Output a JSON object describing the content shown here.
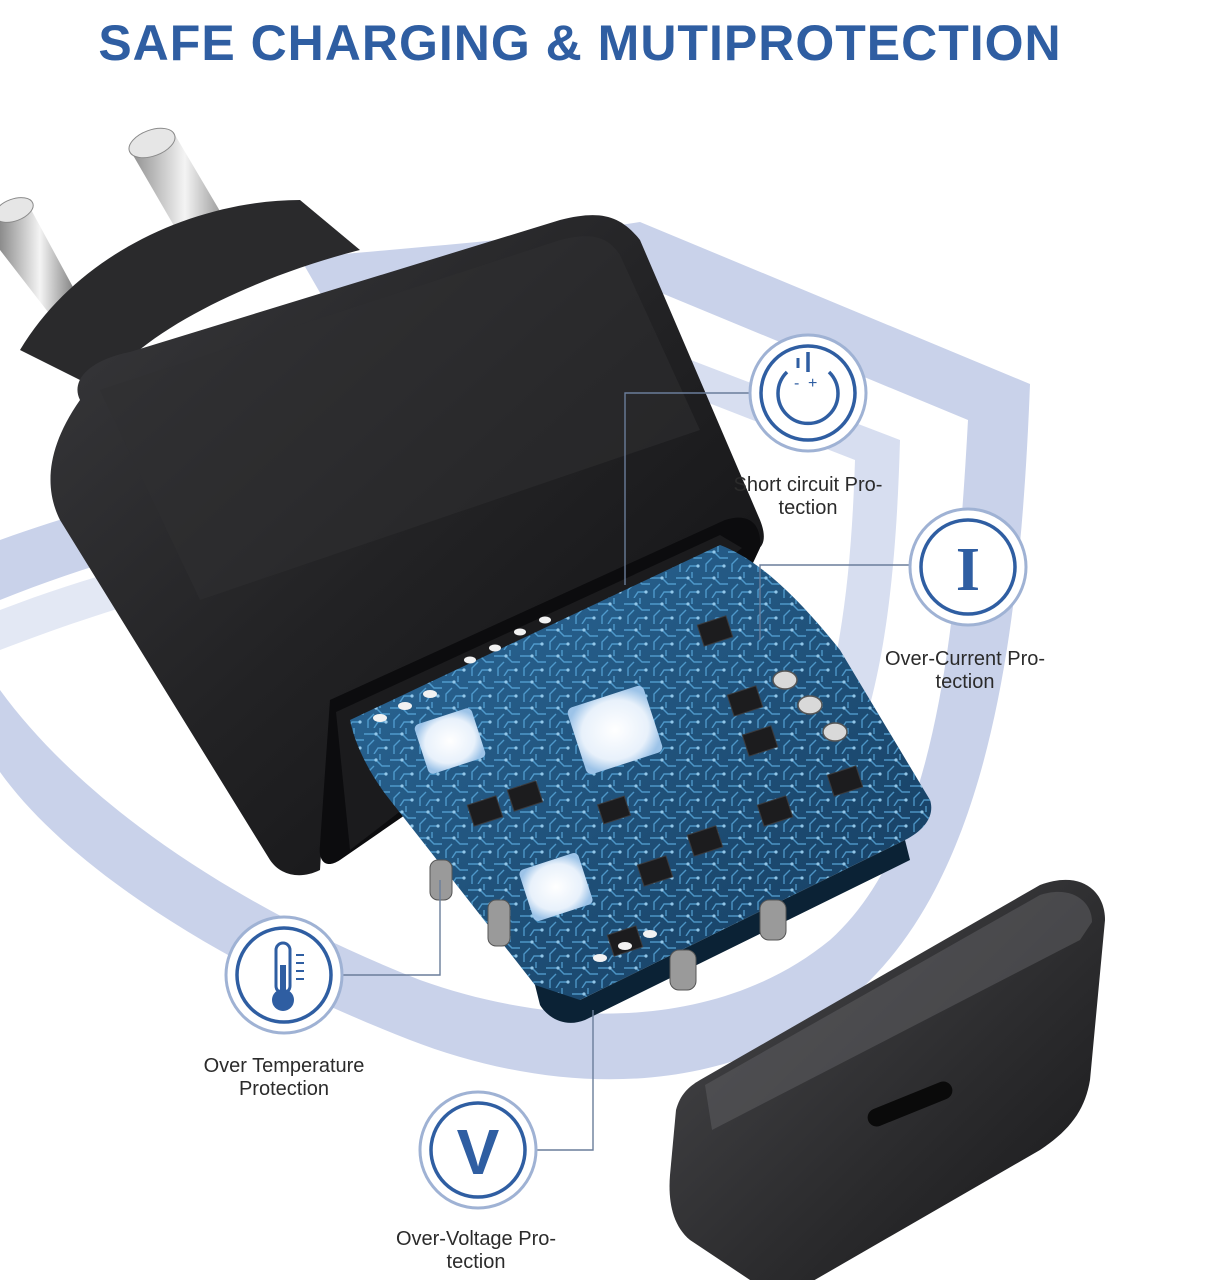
{
  "headline": "SAFE CHARGING & MUTIPROTECTION",
  "features": [
    {
      "icon": "power-icon",
      "line1": "Short circuit Pro-",
      "line2": "tection"
    },
    {
      "icon": "current-icon",
      "glyph": "I",
      "line1": "Over-Current Pro-",
      "line2": "tection"
    },
    {
      "icon": "thermometer-icon",
      "line1": "Over Temperature",
      "line2": "Protection"
    },
    {
      "icon": "voltage-icon",
      "glyph": "V",
      "line1": "Over-Voltage Pro-",
      "line2": "tection"
    }
  ],
  "colors": {
    "headline": "#2f5ea2",
    "icon_ring": "#2f5ea2",
    "shield": "#c9d2ea",
    "charger_body": "#1e1e20",
    "pcb": "#1f4f7a"
  }
}
